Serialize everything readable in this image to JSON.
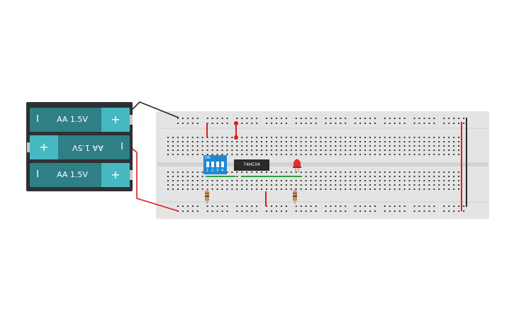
{
  "battery": {
    "cells": [
      {
        "label": "AA 1.5V",
        "minus": "I",
        "plus": "+"
      },
      {
        "label": "AA 1.5V",
        "minus": "I",
        "plus": "+"
      },
      {
        "label": "AA 1.5V",
        "minus": "I",
        "plus": "+"
      }
    ]
  },
  "chip": {
    "label": "74HC04"
  },
  "dip_switch": {
    "on_label": "ON",
    "numbers": [
      "1",
      "2",
      "3",
      "4"
    ]
  },
  "colors": {
    "board": "#e4e4e4",
    "hole": "#3a3a3a",
    "wire_red": "#d91e1e",
    "wire_black": "#2a2a2a",
    "wire_green": "#2ea043",
    "battery_dark": "#2e7f86",
    "battery_light": "#45b8c1",
    "dip_blue": "#1e88d6",
    "led_red": "#e53030",
    "resistor": "#c8a06a"
  }
}
